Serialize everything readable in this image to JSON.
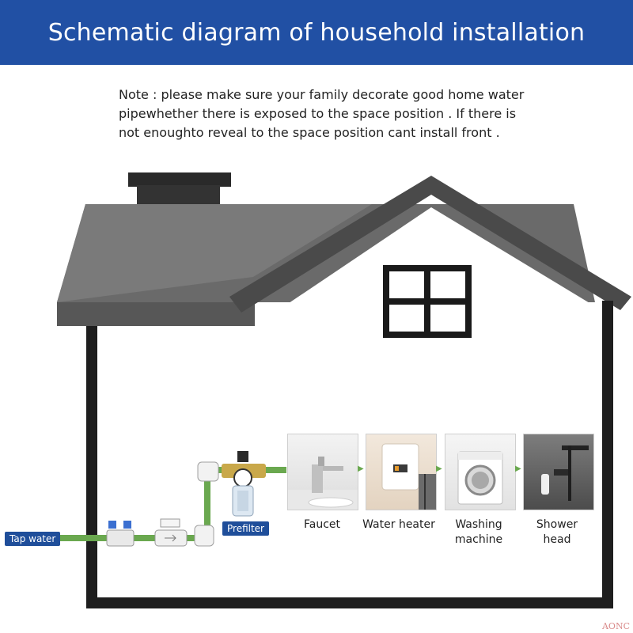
{
  "title": "Schematic diagram of household installation",
  "note": {
    "line1": "Note : please make sure your family decorate good home water",
    "line2": "pipewhether there is exposed to the space position . If there is",
    "line3": "not enoughto reveal to the space position cant install front ."
  },
  "labels": {
    "tap_water": "Tap water",
    "prefilter": "Prefilter"
  },
  "appliances": [
    {
      "line1": "Faucet",
      "line2": ""
    },
    {
      "line1": "Water heater",
      "line2": ""
    },
    {
      "line1": "Washing",
      "line2": "machine"
    },
    {
      "line1": "Shower",
      "line2": "head"
    }
  ],
  "watermark": "AONC",
  "colors": {
    "banner": "#2150a4",
    "roof": "#5f5f5f",
    "wall": "#1e1e1e",
    "pipe": "#6aa84f",
    "tag": "#1f4e9a"
  }
}
